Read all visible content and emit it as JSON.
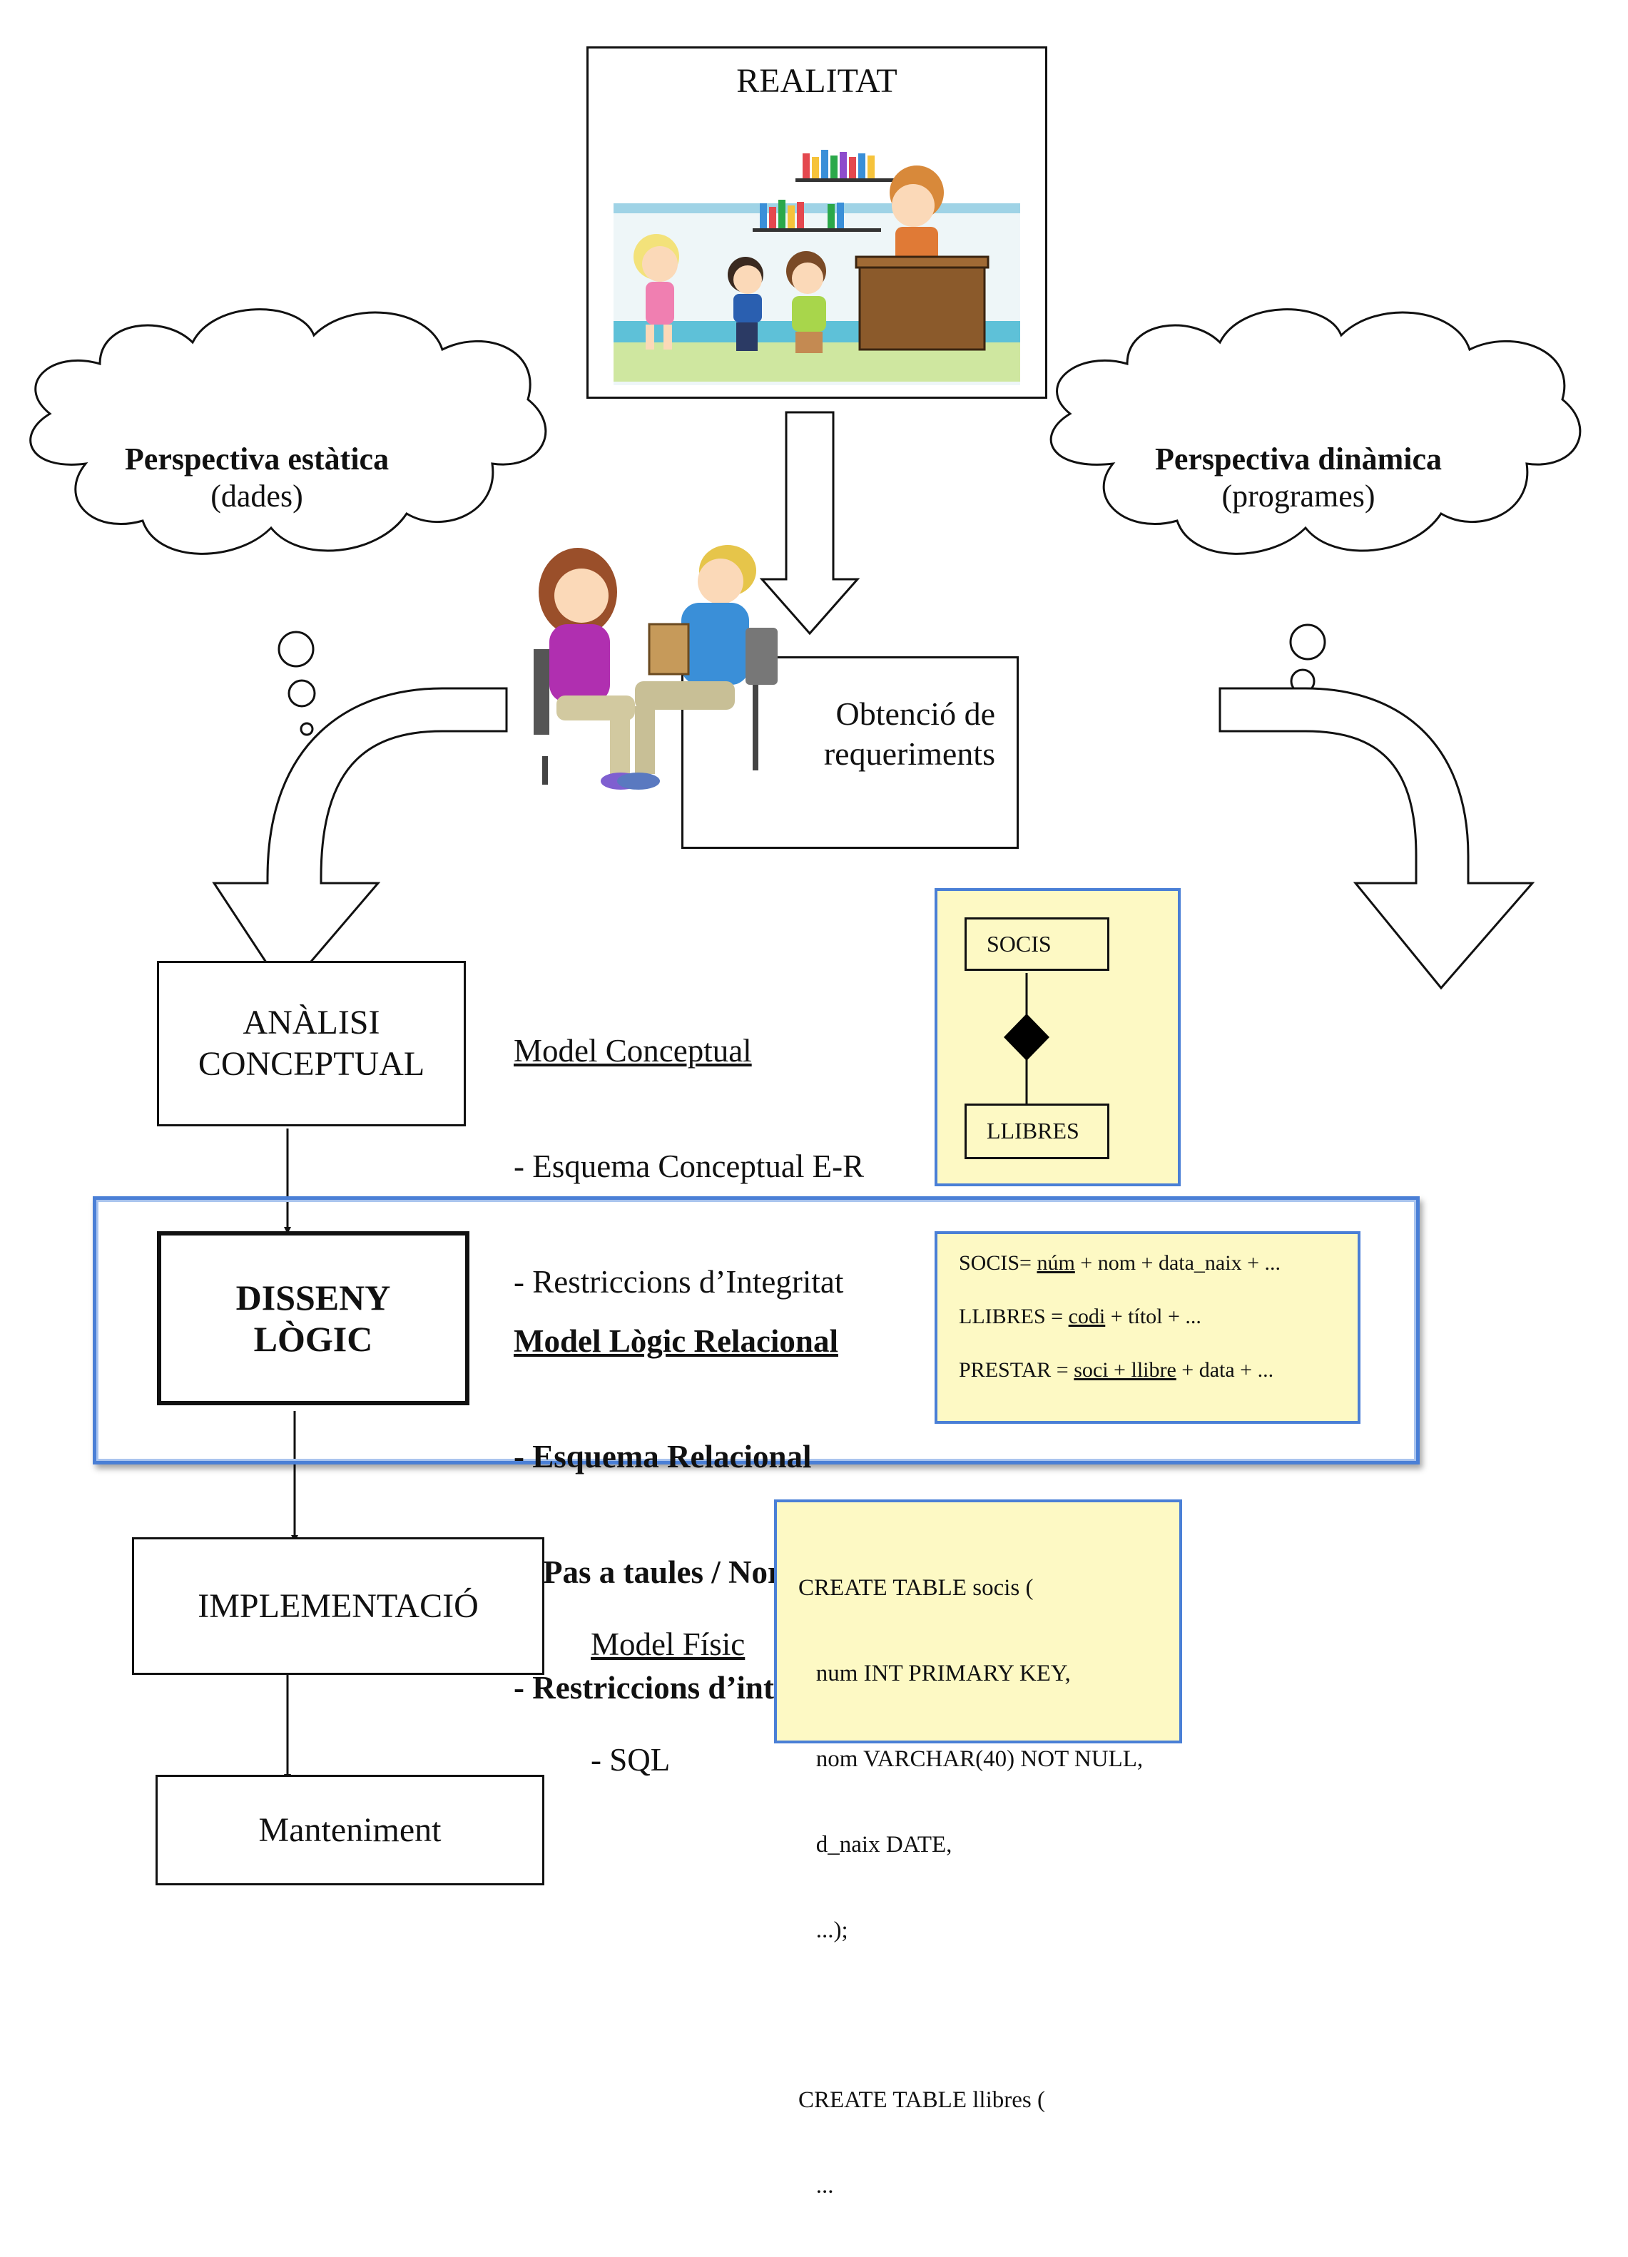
{
  "reality": {
    "title": "REALITAT",
    "illustration": "library-scene-illustration"
  },
  "cloud_left": {
    "bold": "Perspectiva estàtica",
    "normal": "(dades)"
  },
  "cloud_right": {
    "bold": "Perspectiva dinàmica",
    "normal": "(programes)"
  },
  "requirements": {
    "line1": "Obtenció de",
    "line2": "requeriments",
    "illustration": "interview-illustration"
  },
  "stages": {
    "analysis": {
      "line1": "ANÀLISI",
      "line2": "CONCEPTUAL"
    },
    "logical": {
      "line1": "DISSENY",
      "line2": "LÒGIC"
    },
    "implementation": "IMPLEMENTACIÓ",
    "maintenance": "Manteniment"
  },
  "conceptual_note": {
    "title": "Model Conceptual",
    "item1": "- Esquema Conceptual E-R",
    "item2": "- Restriccions d’Integritat"
  },
  "er_diagram": {
    "entity1": "SOCIS",
    "entity2": "LLIBRES"
  },
  "logical_note": {
    "title": "Model Lògic Relacional",
    "item1": "- Esquema Relacional",
    "item2": "(Pas a taules / Normalització)",
    "item3": "- Restriccions d’integritat"
  },
  "relational_schema": {
    "r1_prefix": "SOCIS= ",
    "r1_key": "núm",
    "r1_rest": " + nom + data_naix + ...",
    "r2_prefix": "LLIBRES = ",
    "r2_key": "codi",
    "r2_rest": " + títol + ...",
    "r3_prefix": "PRESTAR = ",
    "r3_key": "soci + llibre",
    "r3_rest": " + data + ..."
  },
  "physical_note": {
    "title": "Model Físic",
    "item1": "- SQL"
  },
  "sql": {
    "l1": "CREATE TABLE socis (",
    "l2": "   num INT PRIMARY KEY,",
    "l3": "   nom VARCHAR(40) NOT NULL,",
    "l4": "   d_naix DATE,",
    "l5": "   ...);",
    "l6": "CREATE TABLE llibres (",
    "l7": "   ..."
  },
  "colors": {
    "highlight_border": "#4a7fd6",
    "note_fill": "#fdf9c4"
  }
}
